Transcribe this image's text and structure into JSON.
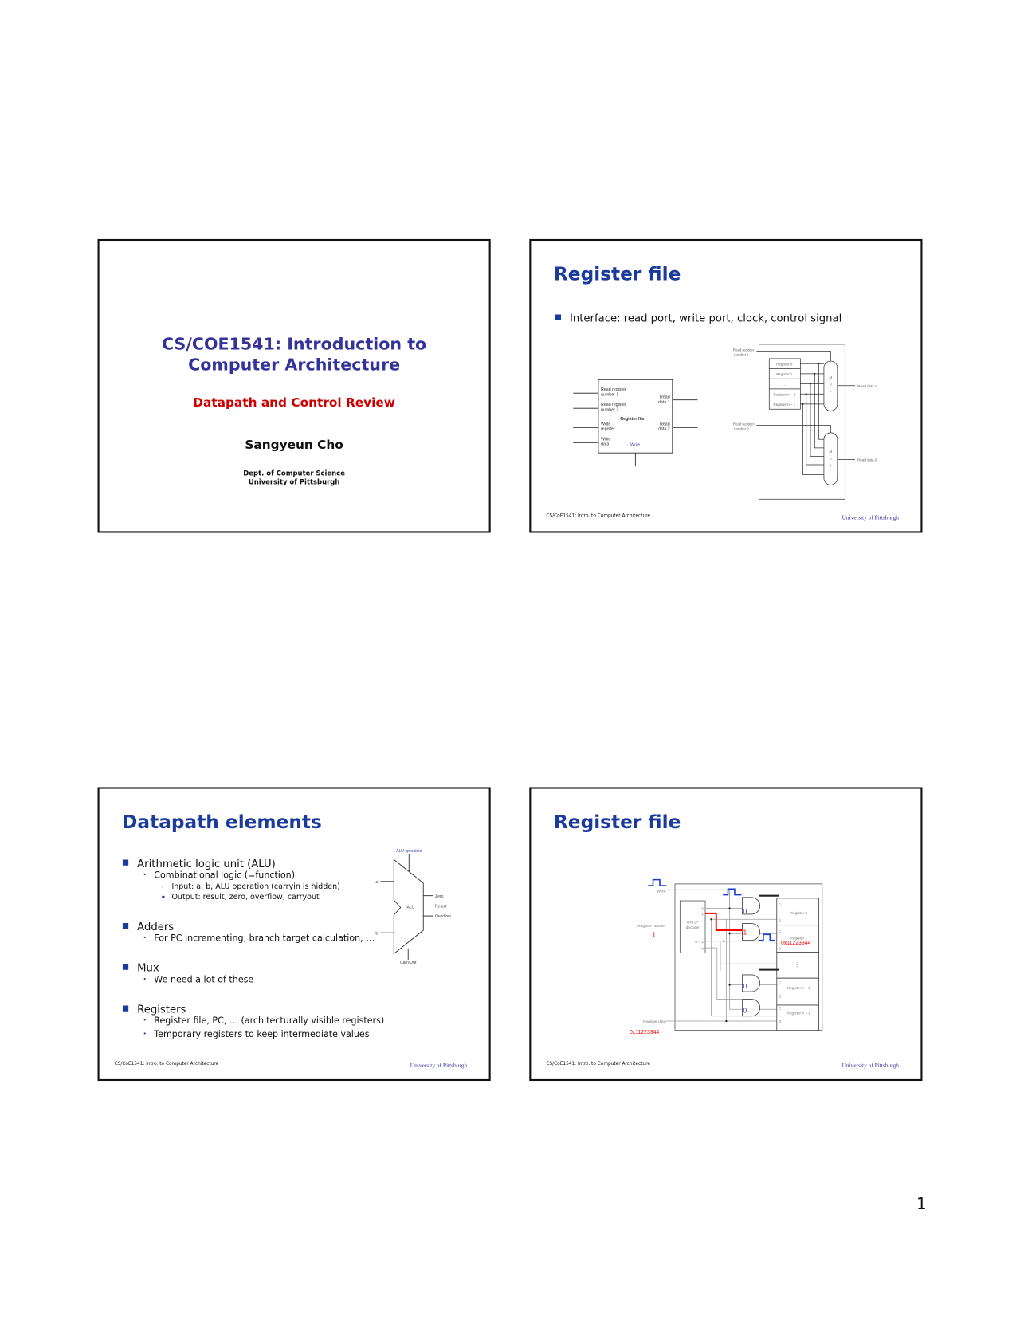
{
  "page_number": "1",
  "footer": {
    "course": "CS/CoE1541: Intro. to Computer Architecture",
    "university": "University of Pittsburgh"
  },
  "slide1": {
    "title_line1": "CS/COE1541: Introduction to",
    "title_line2": "Computer Architecture",
    "subtitle": "Datapath and Control Review",
    "author": "Sangyeun Cho",
    "dept_line1": "Dept. of Computer Science",
    "dept_line2": "University of Pittsburgh"
  },
  "slide2": {
    "title": "Register file",
    "bullet": "Interface: read port, write port, clock, control signal",
    "left_diagram": {
      "rr1a": "Read register",
      "rr1b": "number 1",
      "rr2a": "Read register",
      "rr2b": "number 2",
      "wra": "Write",
      "wrb": "register",
      "wda": "Write",
      "wdb": "data",
      "name": "Register file",
      "write": "Write",
      "rd1a": "Read",
      "rd1b": "data 1",
      "rd2a": "Read",
      "rd2b": "data 2"
    },
    "right_diagram": {
      "rr1a": "Read register",
      "rr1b": "number 1",
      "rr2a": "Read register",
      "rr2b": "number 2",
      "registers": [
        "Register 0",
        "Register 1",
        "...",
        "Register n – 2",
        "Register n – 1"
      ],
      "mux_m": "M",
      "mux_u": "u",
      "mux_x": "x",
      "out1": "Read data 1",
      "out2": "Read data 2"
    }
  },
  "slide3": {
    "title": "Datapath elements",
    "items": [
      {
        "label": "Arithmetic logic unit (ALU)",
        "sub": [
          {
            "label": "Combinational logic (=function)",
            "sub": [
              "Input: a, b, ALU operation (carryin is hidden)",
              "Output: result, zero, overflow, carryout"
            ]
          }
        ]
      },
      {
        "label": "Adders",
        "sub": [
          {
            "label": "For PC incrementing, branch target calculation, …"
          }
        ]
      },
      {
        "label": "Mux",
        "sub": [
          {
            "label": "We need a lot of these"
          }
        ]
      },
      {
        "label": "Registers",
        "sub": [
          {
            "label": "Register file, PC, … (architecturally visible registers)"
          },
          {
            "label": "Temporary registers to keep intermediate values"
          }
        ]
      }
    ],
    "alu": {
      "op": "ALU operation",
      "a": "a",
      "b": "b",
      "name": "ALU",
      "zero": "Zero",
      "result": "Result",
      "overflow": "Overflow",
      "carryout": "CarryOut"
    }
  },
  "slide4": {
    "title": "Register file",
    "diagram": {
      "write": "Write",
      "register_number": "Register number",
      "register_number_value": "1",
      "decoder_a": "n-to-2ⁿ",
      "decoder_b": "decoder",
      "dec_out": [
        "0",
        "1",
        "n – 1",
        "n"
      ],
      "registers": [
        "Register 0",
        "Register 1",
        "Register n – 2",
        "Register n – 1"
      ],
      "gate_values": [
        "0",
        "1",
        "0",
        "0"
      ],
      "c": "C",
      "d": "D",
      "written_value": "0x11223344",
      "register_data": "Register data",
      "register_data_value": "0x11223344",
      "dots": "⋮"
    },
    "colors": {
      "active": "#ff0000",
      "pulse": "#1a3ad0"
    }
  }
}
